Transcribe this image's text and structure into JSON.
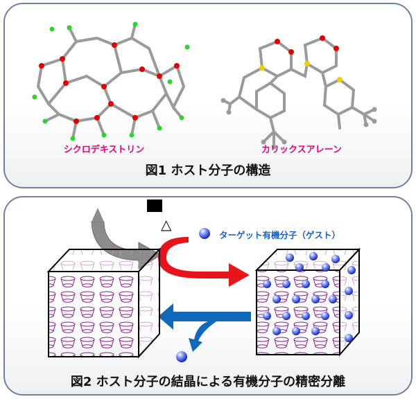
{
  "figure1": {
    "caption": "図1 ホスト分子の構造",
    "molecules": [
      {
        "label": "シクロデキストリン"
      },
      {
        "label": "カリックスアレーン"
      }
    ]
  },
  "figure2": {
    "caption": "図2 ホスト分子の結晶による有機分子の精密分離",
    "guest_label": "ターゲット有機分子（ゲスト）",
    "heat_symbol": "△"
  },
  "colors": {
    "panel_border": "#6f7fa4",
    "label_pink": "#e6007e",
    "guest_blue": "#1a63c8",
    "arrow_red": "#e8141b",
    "arrow_blue": "#1168b8",
    "arrow_gray": "#8c8c8c",
    "crystal_purple": "#8a1c8a"
  }
}
